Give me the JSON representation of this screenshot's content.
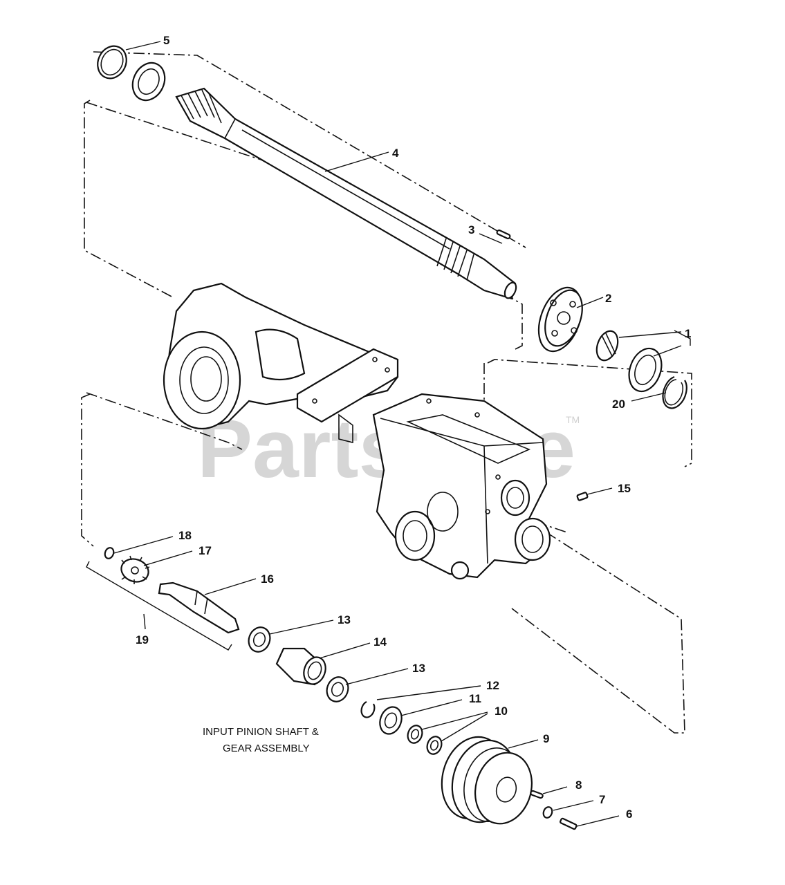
{
  "watermark": {
    "text": "PartsTree",
    "tm": "TM"
  },
  "caption": {
    "line1": "INPUT PINION SHAFT &",
    "line2": "GEAR ASSEMBLY"
  },
  "callouts": {
    "c1": "1",
    "c2": "2",
    "c3": "3",
    "c4": "4",
    "c5": "5",
    "c6": "6",
    "c7": "7",
    "c8": "8",
    "c9": "9",
    "c10": "10",
    "c11": "11",
    "c12": "12",
    "c13a": "13",
    "c13b": "13",
    "c14": "14",
    "c15": "15",
    "c16": "16",
    "c17": "17",
    "c18": "18",
    "c19": "19",
    "c20": "20"
  }
}
